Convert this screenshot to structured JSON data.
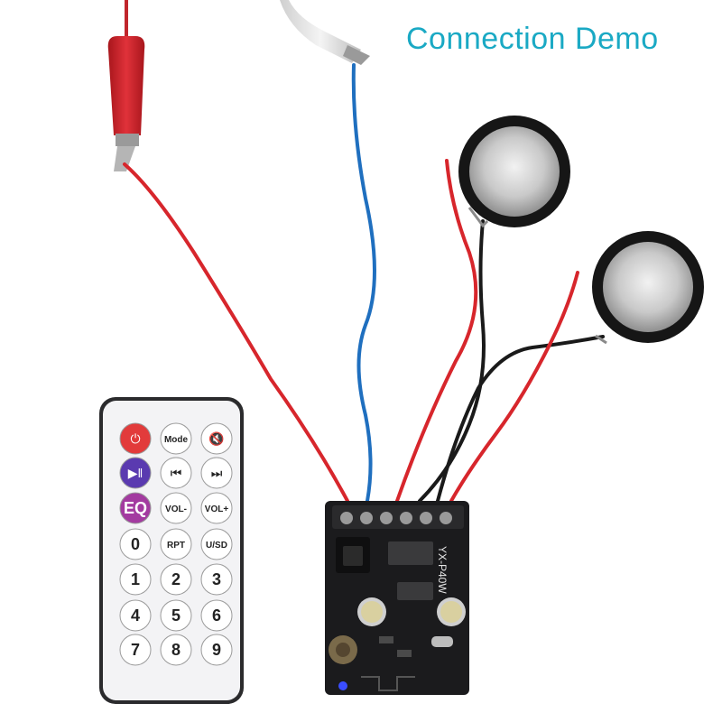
{
  "title": "Connection Demo",
  "colors": {
    "title": "#1aa9c4",
    "wire_red": "#d7262c",
    "wire_blue": "#1f6fbf",
    "wire_black": "#1a1a1a",
    "board": "#1b1b1d",
    "remote_body": "#f3f3f5",
    "key_power": "#e23b3b",
    "key_play": "#5a3ab0",
    "key_eq": "#a33aa0"
  },
  "remote": {
    "keys": [
      {
        "id": "power",
        "label": "",
        "icon": "power-icon"
      },
      {
        "id": "mode",
        "label": "Mode"
      },
      {
        "id": "mute",
        "label": "",
        "icon": "mute-icon"
      },
      {
        "id": "play",
        "label": "",
        "icon": "play-pause-icon"
      },
      {
        "id": "prev",
        "label": "",
        "icon": "previous-icon"
      },
      {
        "id": "next",
        "label": "",
        "icon": "next-icon"
      },
      {
        "id": "eq",
        "label": "EQ"
      },
      {
        "id": "voldown",
        "label": "VOL-"
      },
      {
        "id": "volup",
        "label": "VOL+"
      },
      {
        "id": "k0",
        "label": "0"
      },
      {
        "id": "rpt",
        "label": "RPT"
      },
      {
        "id": "usd",
        "label": "U/SD"
      },
      {
        "id": "k1",
        "label": "1"
      },
      {
        "id": "k2",
        "label": "2"
      },
      {
        "id": "k3",
        "label": "3"
      },
      {
        "id": "k4",
        "label": "4"
      },
      {
        "id": "k5",
        "label": "5"
      },
      {
        "id": "k6",
        "label": "6"
      },
      {
        "id": "k7",
        "label": "7"
      },
      {
        "id": "k8",
        "label": "8"
      },
      {
        "id": "k9",
        "label": "9"
      }
    ]
  },
  "board": {
    "model_label": "YX-P40W"
  }
}
